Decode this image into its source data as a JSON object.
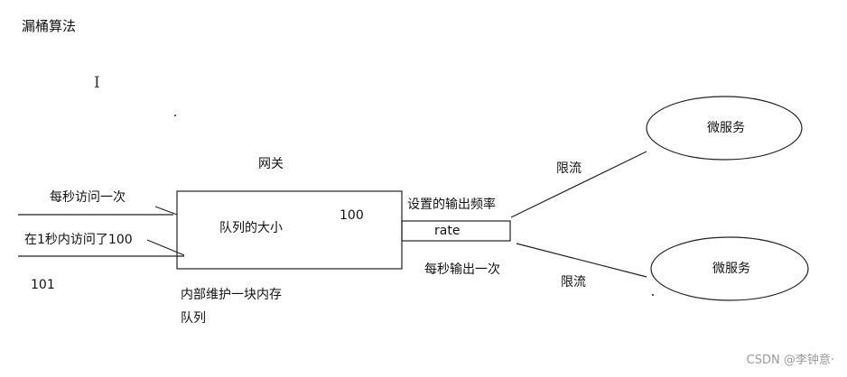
{
  "title": "漏桶算法",
  "gateway_label": "网关",
  "input_top_label": "每秒访问一次",
  "input_bottom_label": "在1秒内访问了100",
  "overflow_count": "101",
  "queue_label": "队列的大小",
  "queue_size": "100",
  "queue_note_line1": "内部维护一块内存",
  "queue_note_line2": "队列",
  "output_rate_label": "设置的输出频率",
  "rate_label": "rate",
  "output_per_second_label": "每秒输出一次",
  "limit_top_label": "限流",
  "limit_bottom_label": "限流",
  "service_top_label": "微服务",
  "service_bottom_label": "微服务",
  "watermark": "CSDN @李钟意·",
  "cursor_glyph": "I"
}
